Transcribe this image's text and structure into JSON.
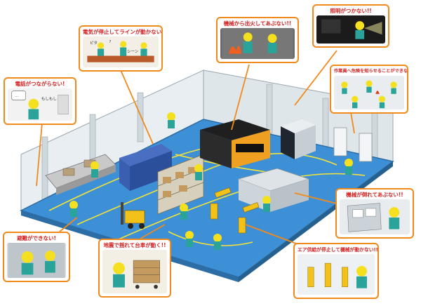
{
  "callouts": {
    "power_outage": "電気が停止してラインが動かない!",
    "machine_fire": "機械から出火してあぶない!!",
    "lights_out": "照明がつかない!!",
    "phone_down": "電話がつながらない!",
    "alert_workers": "作業員へ危険を知らせることができない!!",
    "machine_falling": "機械が倒れてあぶない!!",
    "evacuation": "避難ができない!",
    "cart_moving": "地震で揺れて台車が動く!!",
    "air_supply": "エア供給が停止して機械が動かない!!"
  },
  "sound_effects": {
    "puzzled": "?",
    "silence": "シーン",
    "flicker": "ピタ",
    "phone_ring": "もしもし",
    "dots": "…"
  },
  "colors": {
    "callout_border": "#f08a1c",
    "callout_title": "#d62020",
    "floor": "#3d8fd6",
    "floor_line": "#f2e23a",
    "wall": "#e6ecef",
    "worker_helmet": "#f5e020",
    "worker_uniform": "#2aa39a"
  }
}
